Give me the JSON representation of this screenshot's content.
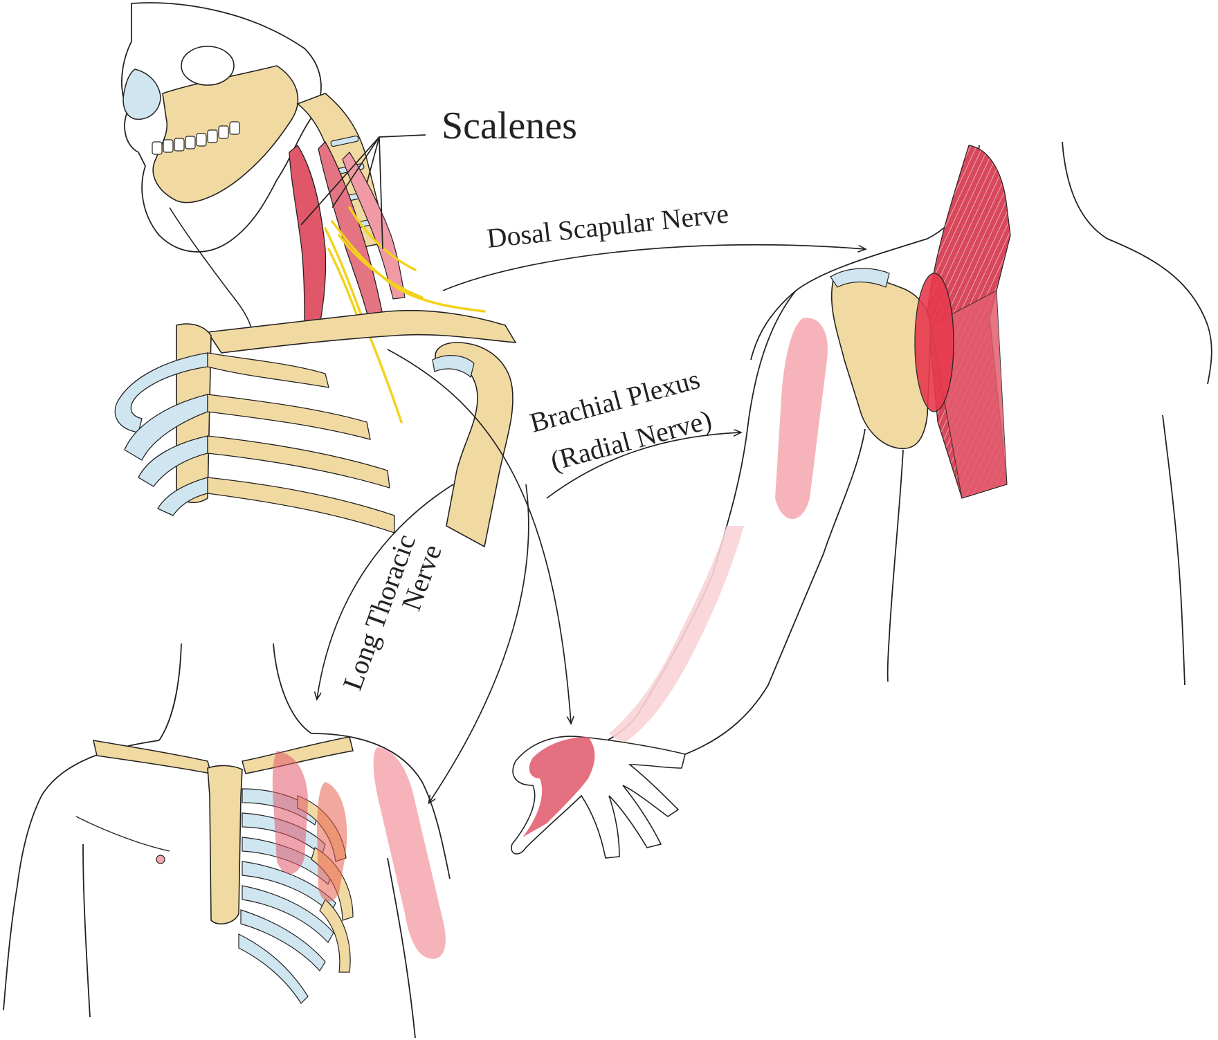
{
  "labels": {
    "scalenes": "Scalenes",
    "dorsal_scapular": "Dosal Scapular Nerve",
    "brachial_line1": "Brachial Plexus",
    "brachial_line2": "(Radial Nerve)",
    "long_thoracic_line1": "Long Thoracic",
    "long_thoracic_line2": "Nerve"
  },
  "colors": {
    "bone": "#f1d9a2",
    "cartilage": "#cfe5ef",
    "muscle": "#e0576a",
    "muscle_light": "#f4a7ae",
    "nerve": "#f2d21c",
    "outline": "#222222"
  }
}
